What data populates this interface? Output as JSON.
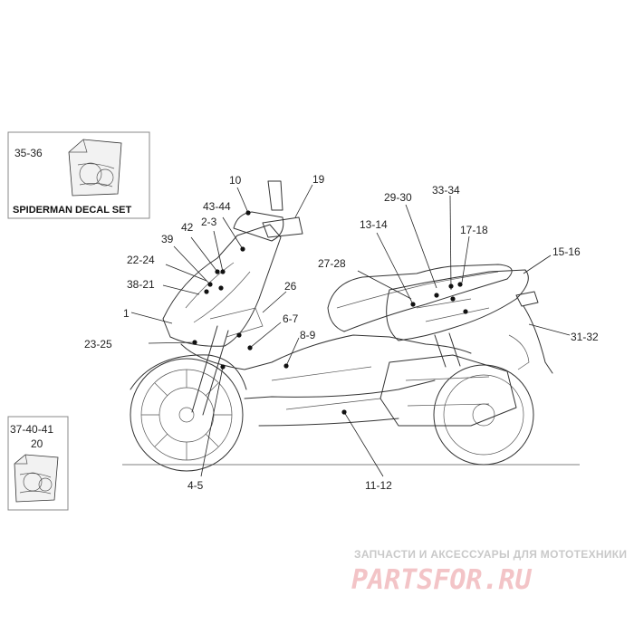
{
  "callouts": {
    "c1": "1",
    "c10": "10",
    "c19": "19",
    "c4344": "43-44",
    "c23": "2-3",
    "c42": "42",
    "c39": "39",
    "c2224": "22-24",
    "c3821": "38-21",
    "c2325": "23-25",
    "c26": "26",
    "c67": "6-7",
    "c89": "8-9",
    "c45": "4-5",
    "c1112": "11-12",
    "c1314": "13-14",
    "c2930": "29-30",
    "c3334": "33-34",
    "c1718": "17-18",
    "c1516": "15-16",
    "c2728": "27-28",
    "c3132": "31-32"
  },
  "decal_sets": {
    "top_number": "35-36",
    "top_title": "SPIDERMAN DECAL SET",
    "bottom_number_line1": "37-40-41",
    "bottom_number_line2": "20"
  },
  "watermark": {
    "tagline": "ЗАПЧАСТИ И АКСЕССУАРЫ ДЛЯ МОТОТЕХНИКИ",
    "logo": "PARTSFOR.RU",
    "logo_color": "#f3c4c7"
  }
}
